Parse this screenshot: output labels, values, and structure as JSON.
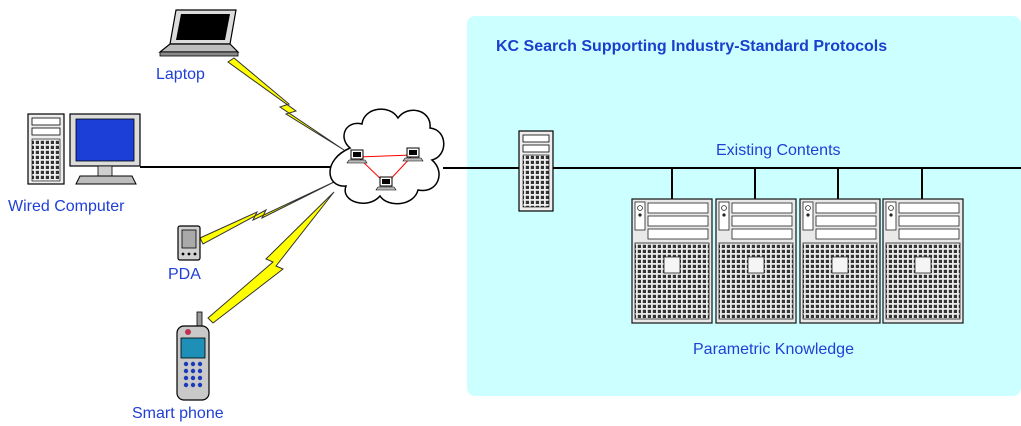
{
  "region": {
    "title": "KC Search Supporting Industry-Standard Protocols",
    "backbone_label": "Existing Contents",
    "servers_label": "Parametric Knowledge"
  },
  "devices": {
    "laptop": "Laptop",
    "wired": "Wired Computer",
    "pda": "PDA",
    "phone": "Smart phone"
  },
  "colors": {
    "region_fill": "#ccffff",
    "label_blue": "#1f3fd6",
    "lightning": "#ffff00",
    "link_line": "#000000",
    "cloud_link": "#ff0000"
  }
}
